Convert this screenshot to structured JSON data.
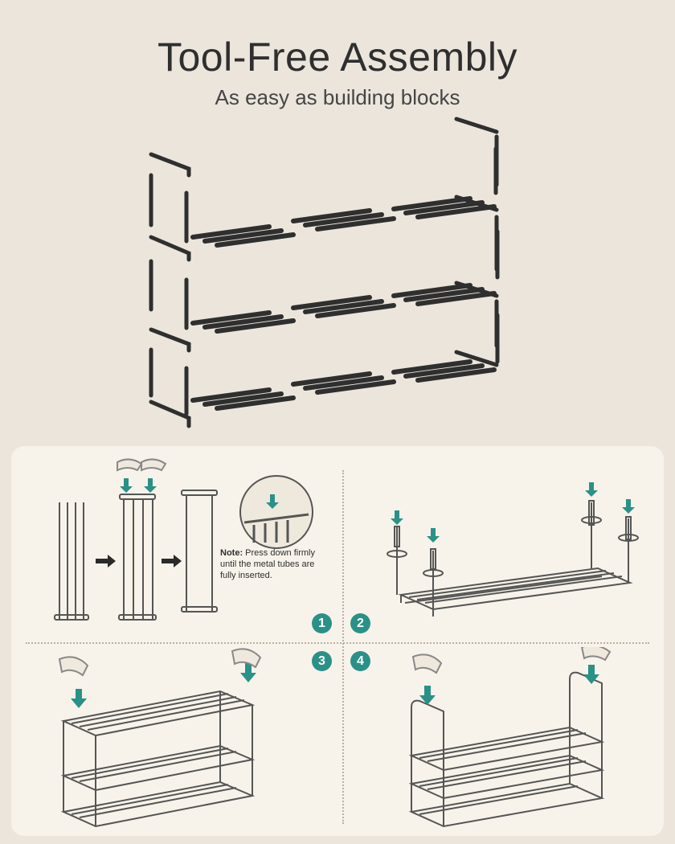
{
  "header": {
    "title": "Tool-Free Assembly",
    "subtitle": "As easy as building blocks"
  },
  "steps": [
    {
      "number": "1"
    },
    {
      "number": "2"
    },
    {
      "number": "3"
    },
    {
      "number": "4"
    }
  ],
  "note": {
    "label": "Note:",
    "text": "Press down firmly until the metal tubes are fully inserted."
  },
  "colors": {
    "background": "#ebe5dc",
    "panel": "#f8f3ea",
    "accent": "#2a9188",
    "frame": "#2f2f2f"
  }
}
